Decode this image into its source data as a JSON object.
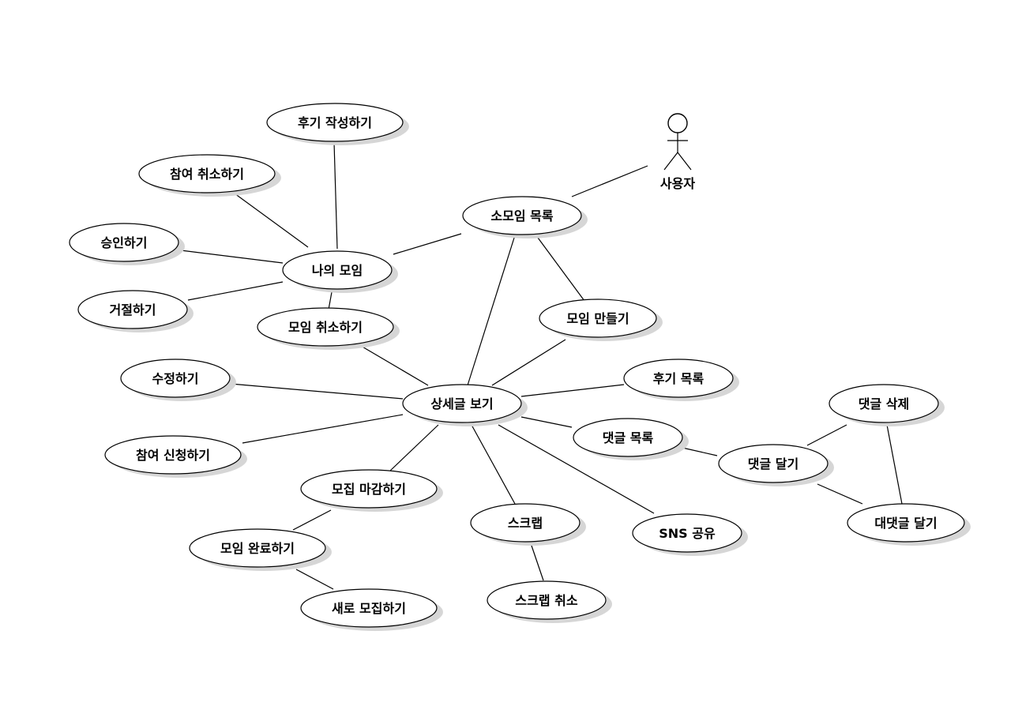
{
  "actor": {
    "label": "사용자"
  },
  "usecases": {
    "sogmoim_list": "소모임 목록",
    "my_meeting": "나의 모임",
    "write_review": "후기 작성하기",
    "cancel_participation": "참여 취소하기",
    "approve": "승인하기",
    "reject": "거절하기",
    "cancel_meeting": "모임 취소하기",
    "create_meeting": "모임 만들기",
    "view_detail": "상세글 보기",
    "edit": "수정하기",
    "review_list": "후기 목록",
    "apply": "참여 신청하기",
    "comment_list": "댓글 목록",
    "write_comment": "댓글 달기",
    "delete_comment": "댓글 삭제",
    "write_reply": "대댓글 달기",
    "close_recruit": "모집 마감하기",
    "complete_meeting": "모임 완료하기",
    "new_recruit": "새로 모집하기",
    "scrap": "스크랩",
    "cancel_scrap": "스크랩 취소",
    "sns_share": "SNS 공유"
  }
}
